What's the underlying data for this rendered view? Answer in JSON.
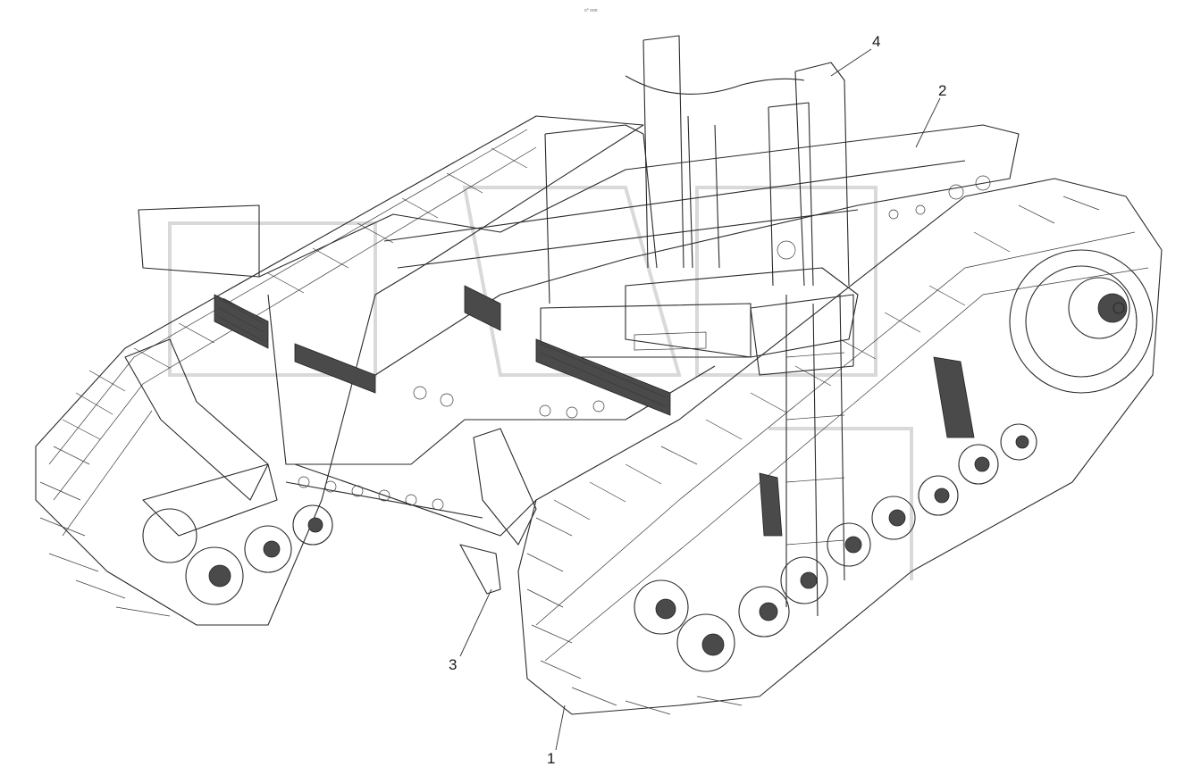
{
  "header": {
    "tiny_mark": "о° ооо"
  },
  "callouts": [
    {
      "id": "1",
      "label": "1"
    },
    {
      "id": "2",
      "label": "2"
    },
    {
      "id": "3",
      "label": "3"
    },
    {
      "id": "4",
      "label": "4"
    }
  ]
}
